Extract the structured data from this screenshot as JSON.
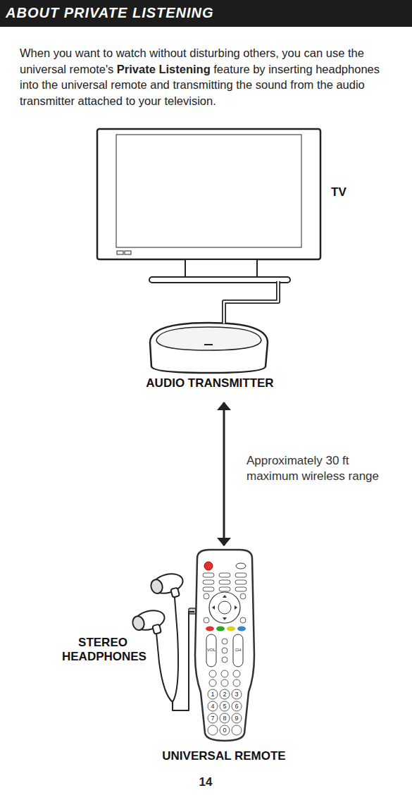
{
  "diagram": {
    "title": "ABOUT PRIVATE LISTENING",
    "nodes": [
      {
        "text": [
          "TV"
        ]
      },
      {
        "text": [
          "AUDIO TRANSMITTER"
        ]
      },
      {
        "text": [
          "STEREO HEADPHONES"
        ]
      },
      {
        "text": [
          "UNIVERSAL REMOTE"
        ]
      }
    ],
    "edges": [
      {
        "from": 0,
        "to": 1,
        "arrow": "none"
      },
      {
        "from": 1,
        "to": 3,
        "arrow": "both",
        "label": "Approximately 30 ft maximum wireless range"
      },
      {
        "from": 2,
        "to": 3,
        "arrow": "none"
      }
    ],
    "labels": [
      "When you want to watch without disturbing others, you can use the universal remote's",
      "Private Listening",
      "feature by inserting headphones into the universal remote and transmitting the sound from the audio transmitter attached to your television.",
      "VOL",
      "CH",
      "1",
      "2",
      "3",
      "4",
      "5",
      "6",
      "7",
      "8",
      "9",
      "0",
      "14"
    ]
  }
}
